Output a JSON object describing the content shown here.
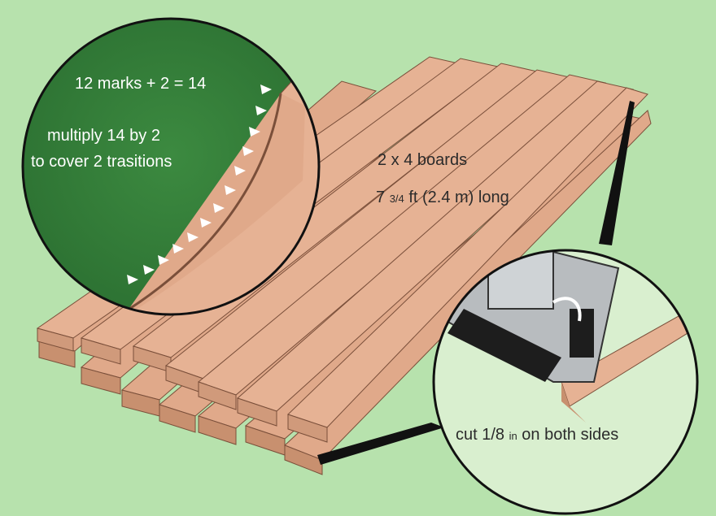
{
  "callout_left": {
    "line1": "12 marks + 2 = 14",
    "line2": "multiply 14 by 2",
    "line3": "to cover 2 trasitions"
  },
  "boards": {
    "line1": "2 x 4 boards",
    "length_prefix": "7",
    "length_fraction": "3/4",
    "length_suffix": "ft (2.4 m) long"
  },
  "callout_right": {
    "prefix": "cut 1/8",
    "unit": "in",
    "suffix": "on both sides"
  },
  "colors": {
    "background": "#b7e2ad",
    "wood": "#e0a98a",
    "wood_dark": "#b97d62",
    "green_panel": "#2f7a36"
  }
}
